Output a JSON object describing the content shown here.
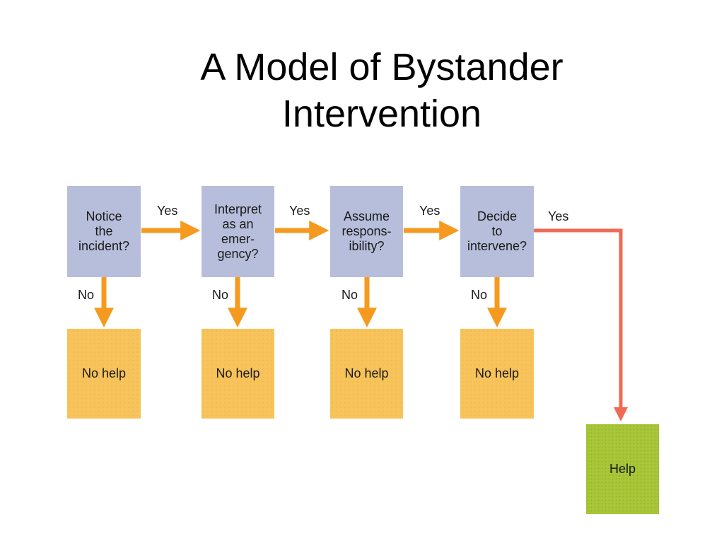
{
  "title": {
    "line1": "A Model of Bystander",
    "line2": "Intervention"
  },
  "steps": [
    {
      "question": "Notice\nthe\nincident?",
      "outcome": "No help"
    },
    {
      "question": "Interpret\nas an\nemer-\ngency?",
      "outcome": "No help"
    },
    {
      "question": "Assume\nrespons-\nibility?",
      "outcome": "No help"
    },
    {
      "question": "Decide\nto\nintervene?",
      "outcome": "No help"
    }
  ],
  "yes_label": "Yes",
  "no_label": "No",
  "final": {
    "label": "Help"
  },
  "colors": {
    "question_box": "#b7bedb",
    "no_help_box": "#f7c35a",
    "help_box": "#a8c637",
    "arrow_orange": "#f59a1f",
    "arrow_red": "#ef6a55"
  }
}
